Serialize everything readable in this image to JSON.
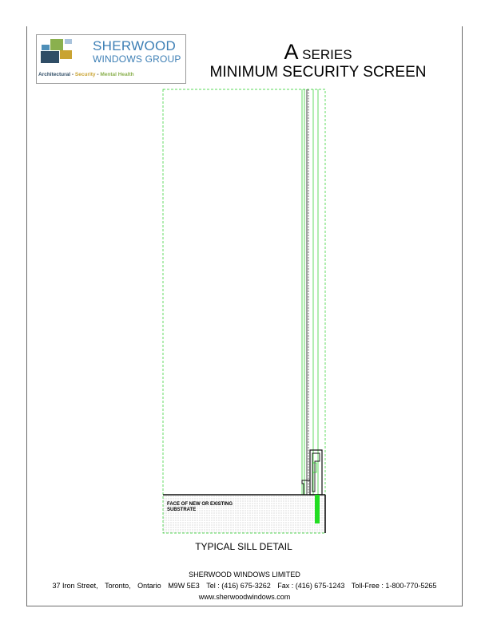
{
  "logo": {
    "name": "SHERWOOD",
    "subname": "WINDOWS GROUP",
    "tag_architectural": "Architectural",
    "tag_sep": " - ",
    "tag_security": "Security",
    "tag_mental": "Mental Health",
    "colors": {
      "blue": "#3d7fb5",
      "navy": "#2f4d66",
      "gold": "#c9a332",
      "green": "#8ab04e"
    }
  },
  "title": {
    "series_letter": "A",
    "series_word": " SERIES",
    "subtitle": "MINIMUM SECURITY SCREEN"
  },
  "drawing": {
    "substrate_line1": "FACE OF NEW OR EXISTING",
    "substrate_line2": "SUBSTRATE",
    "caption": "TYPICAL SILL DETAIL",
    "colors": {
      "green_line": "#22cc22",
      "anchor": "#22dd22"
    }
  },
  "footer": {
    "company": "SHERWOOD WINDOWS LIMITED",
    "street": "37 Iron Street,",
    "city": "Toronto,",
    "province": "Ontario",
    "postal": "M9W 5E3",
    "tel": "Tel :  (416) 675-3262",
    "fax": "Fax :  (416) 675-1243",
    "tollfree": "Toll-Free :  1-800-770-5265",
    "website": "www.sherwoodwindows.com"
  }
}
